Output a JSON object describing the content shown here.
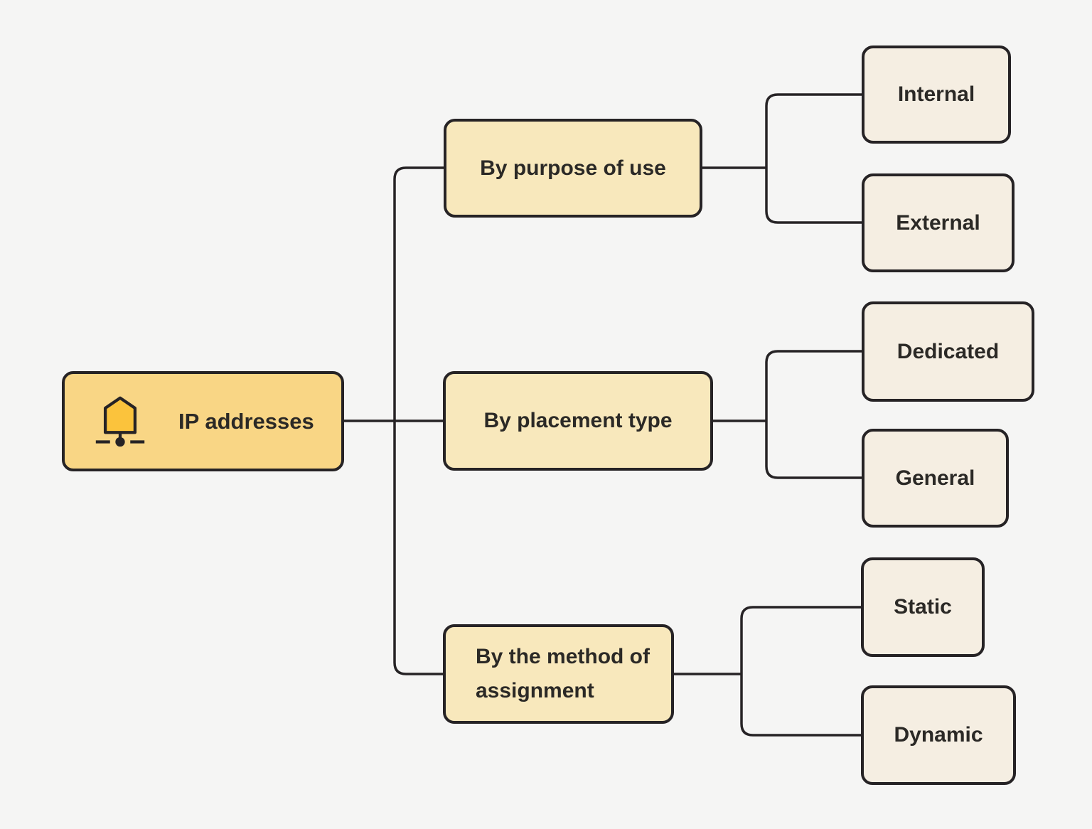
{
  "colors": {
    "background": "#F5F5F4",
    "stroke": "#262325",
    "text": "#2B2926",
    "root-fill": "#F9D685",
    "branch-fill": "#F8E8BC",
    "leaf-fill": "#F5EEE2",
    "icon-fill": "#FBC33C"
  },
  "root": {
    "label": "IP addresses",
    "icon": "network-host-icon"
  },
  "branches": [
    {
      "label": "By purpose of use",
      "children": [
        "Internal",
        "External"
      ]
    },
    {
      "label": "By placement type",
      "children": [
        "Dedicated",
        "General"
      ]
    },
    {
      "label": "By the method of assignment",
      "children": [
        "Static",
        "Dynamic"
      ]
    }
  ]
}
